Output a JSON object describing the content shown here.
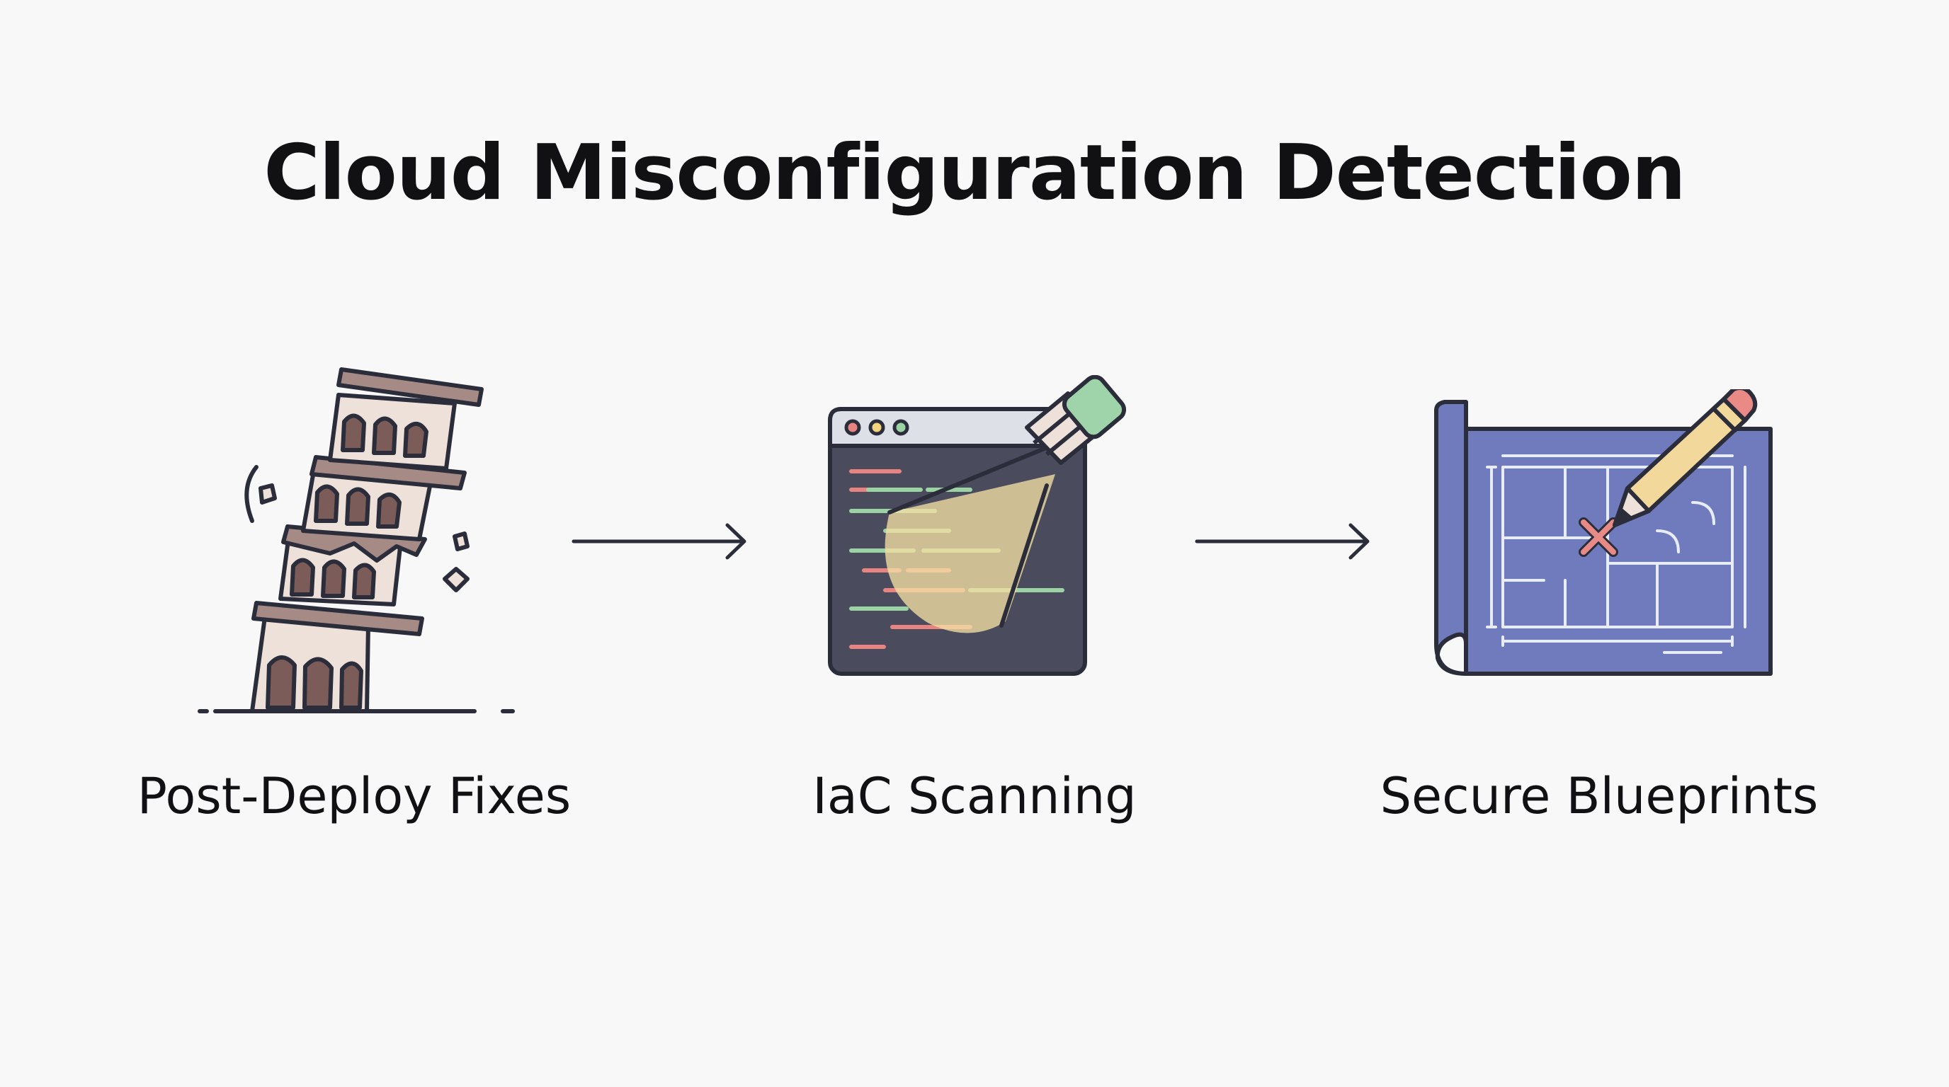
{
  "title": "Cloud Misconfiguration Detection",
  "stages": [
    {
      "label": "Post-Deploy Fixes",
      "icon": "leaning-tower-icon"
    },
    {
      "label": "IaC Scanning",
      "icon": "code-window-flashlight-icon"
    },
    {
      "label": "Secure Blueprints",
      "icon": "blueprint-pencil-icon"
    }
  ],
  "colors": {
    "background": "#f8f8f9",
    "text": "#111113",
    "outline": "#2c2d3b",
    "tower": "#a58a85",
    "tower_light": "#ede1d9",
    "tower_arch": "#7b5c58",
    "code_window": "#4a4b5d",
    "code_red": "#e7847f",
    "code_green": "#9bd3a4",
    "light_beam": "#f4dfa4",
    "flashlight_head": "#9fd4ab",
    "blueprint": "#6f7bbd",
    "pencil_body": "#f3d89c",
    "pencil_eraser": "#ea8a86",
    "error_mark": "#e88a86"
  }
}
